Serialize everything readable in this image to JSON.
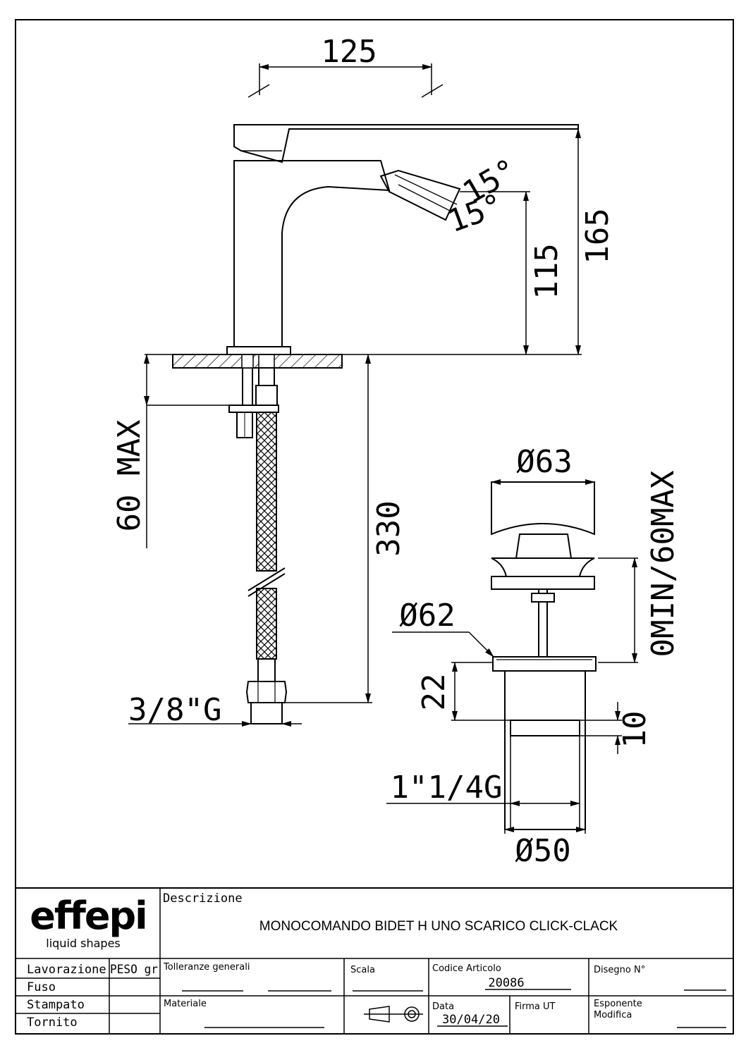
{
  "drawing": {
    "dimensions": {
      "spout_reach": "125",
      "total_height": "165",
      "spout_height": "115",
      "jet_angle_up": "15°",
      "jet_angle_down": "15°",
      "deck_thickness": "60 MAX",
      "hose_length": "330",
      "hose_thread": "3/8\"G",
      "cap_diameter": "Ø63",
      "flange_diameter": "Ø62",
      "waste_thickness": "0MIN/60MAX",
      "flange_height": "22",
      "thread_height": "10",
      "waste_thread": "1\"1/4G",
      "body_diameter": "Ø50"
    }
  },
  "title_block": {
    "brand": "effepi",
    "tagline": "liquid shapes",
    "description_label": "Descrizione",
    "description": "MONOCOMANDO BIDET H UNO SCARICO CLICK-CLACK",
    "lavorazione_label": "Lavorazione",
    "peso_label": "PESO gr",
    "processes": [
      "Fuso",
      "Stampato",
      "Tornito"
    ],
    "tolleranze_label": "Tolleranze generali",
    "materiale_label": "Materiale",
    "scala_label": "Scala",
    "codice_label": "Codice Articolo",
    "codice_value": "20086",
    "disegno_label": "Disegno N°",
    "data_label": "Data",
    "data_value": "30/04/20",
    "firma_label": "Firma UT",
    "esponente_label": "Esponente",
    "modifica_label": "Modifica"
  }
}
